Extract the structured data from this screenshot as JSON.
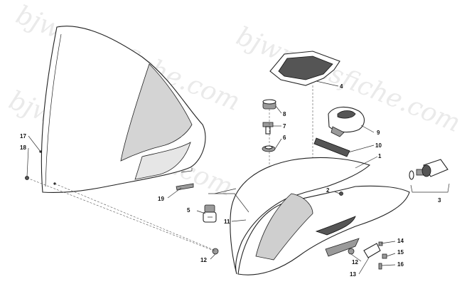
{
  "watermark": "bjwpartsfiche.com",
  "callouts": [
    {
      "id": "label-1",
      "text": "1"
    },
    {
      "id": "label-2",
      "text": "2"
    },
    {
      "id": "label-3",
      "text": "3"
    },
    {
      "id": "label-4",
      "text": "4"
    },
    {
      "id": "label-5",
      "text": "5"
    },
    {
      "id": "label-6",
      "text": "6"
    },
    {
      "id": "label-7",
      "text": "7"
    },
    {
      "id": "label-8",
      "text": "8"
    },
    {
      "id": "label-9",
      "text": "9"
    },
    {
      "id": "label-10",
      "text": "10"
    },
    {
      "id": "label-11",
      "text": "11"
    },
    {
      "id": "label-12a",
      "text": "12"
    },
    {
      "id": "label-12b",
      "text": "12"
    },
    {
      "id": "label-13",
      "text": "13"
    },
    {
      "id": "label-14",
      "text": "14"
    },
    {
      "id": "label-15",
      "text": "15"
    },
    {
      "id": "label-16",
      "text": "16"
    },
    {
      "id": "label-17",
      "text": "17"
    },
    {
      "id": "label-18",
      "text": "18"
    },
    {
      "id": "label-19",
      "text": "19"
    }
  ]
}
